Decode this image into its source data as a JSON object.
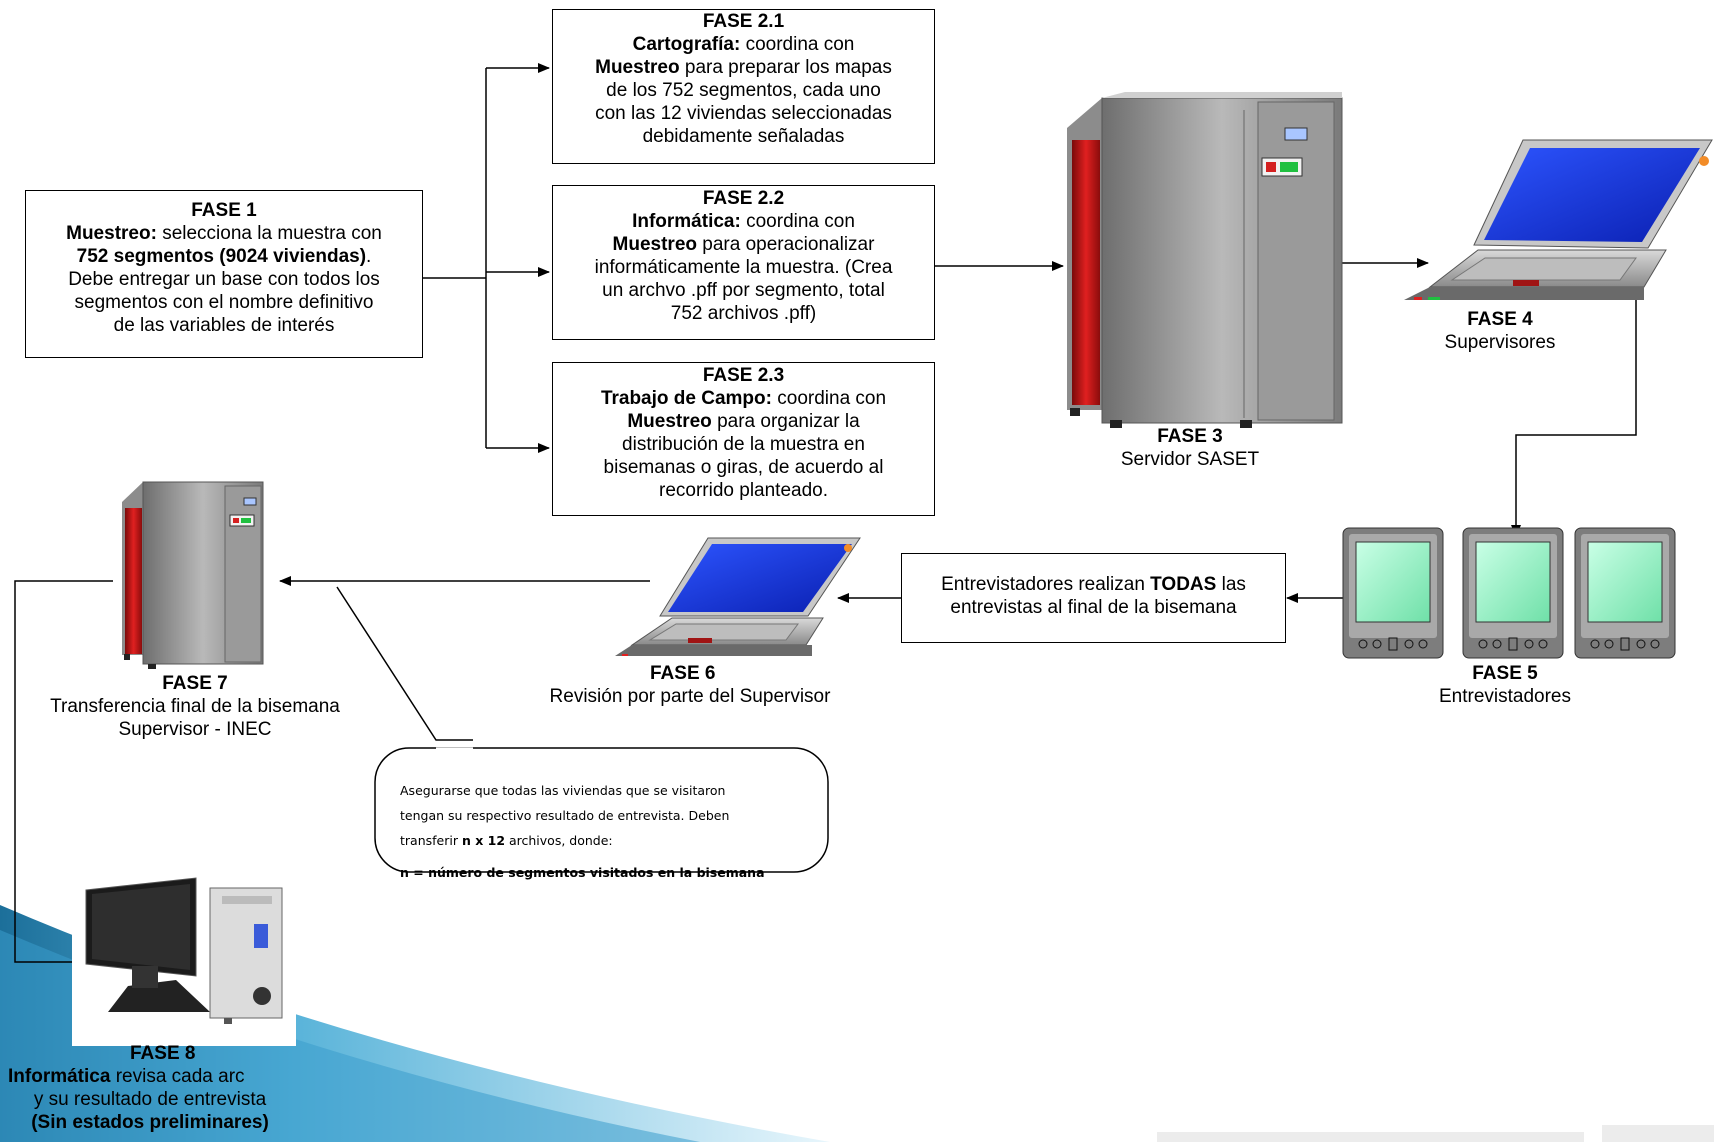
{
  "fase1": {
    "title": "FASE 1",
    "l1_b": "Muestreo:",
    "l1": " selecciona la muestra con",
    "l2_b": "752 segmentos (9024 viviendas)",
    "l2": ".",
    "l3": "Debe entregar un base con todos los",
    "l4": "segmentos con el nombre definitivo",
    "l5": "de las variables de interés"
  },
  "fase21": {
    "title": "FASE 2.1",
    "l1_b": "Cartografía:",
    "l1": " coordina con",
    "l2_b": "Muestreo",
    "l2": " para preparar los mapas",
    "l3": "de los 752 segmentos, cada uno",
    "l4": "con las 12 viviendas seleccionadas",
    "l5": "debidamente señaladas"
  },
  "fase22": {
    "title": "FASE 2.2",
    "l1_b": "Informática:",
    "l1": " coordina con",
    "l2_b": "Muestreo",
    "l2": " para operacionalizar",
    "l3": "informáticamente la muestra. (Crea",
    "l4": "un archvo .pff por segmento, total",
    "l5": "752 archivos .pff)"
  },
  "fase23": {
    "title": "FASE 2.3",
    "l1_b": "Trabajo de Campo:",
    "l1": " coordina con",
    "l2_b": "Muestreo",
    "l2": " para organizar la",
    "l3": "distribución de la muestra en",
    "l4": "bisemanas o giras, de acuerdo al",
    "l5": "recorrido planteado."
  },
  "fase3": {
    "title": "FASE 3",
    "sub": "Servidor SASET"
  },
  "fase4": {
    "title": "FASE 4",
    "sub": "Supervisores"
  },
  "fase5": {
    "title": "FASE 5",
    "sub": "Entrevistadores"
  },
  "entrevistas_box": {
    "l1": "Entrevistadores realizan ",
    "l1_b": "TODAS",
    "l1_end": " las",
    "l2": "entrevistas al final de la bisemana"
  },
  "fase6": {
    "title": "FASE 6",
    "sub": "Revisión por  parte del Supervisor"
  },
  "fase7": {
    "title": "FASE 7",
    "l1": "Transferencia final de la bisemana",
    "l2": "Supervisor - INEC"
  },
  "fase8": {
    "title": "FASE 8",
    "l1_b": "Informática",
    "l1": " revisa cada arc",
    "l2": "y su resultado de entrevista",
    "l3_b": "(Sin estados preliminares)"
  },
  "callout": {
    "l1": "Asegurarse que todas las viviendas que se visitaron",
    "l2": "tengan su respectivo resultado de entrevista. Deben",
    "l3_a": "transferir ",
    "l3_b": "n x 12",
    "l3_c": " archivos, donde:",
    "l4_b": "n = número de segmentos visitados en la bisemana"
  },
  "colors": {
    "accent": "#2a9ac9",
    "server_red": "#c81414",
    "screen_blue": "#1a3ee6",
    "screen_green": "#8ff0c0"
  }
}
